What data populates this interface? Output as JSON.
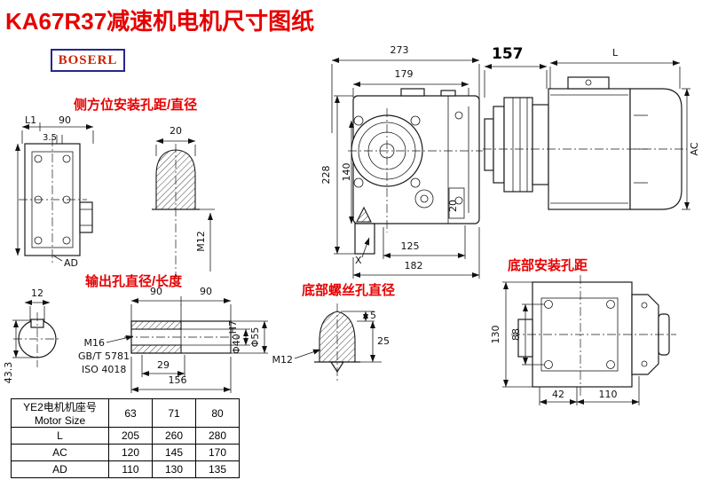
{
  "title": "KA67R37减速机电机尺寸图纸",
  "logo": "BOSERL",
  "labels": {
    "side_mount": "侧方位安装孔距/直径",
    "output": "输出孔直径/长度",
    "bottom_screw": "底部螺丝孔直径",
    "bottom_mount": "底部安装孔距"
  },
  "dims": {
    "L1": "L1",
    "top90": "90",
    "d3_5": "3.5",
    "AD": "AD",
    "side20": "20",
    "sideM12": "M12",
    "d273": "273",
    "d179": "179",
    "d228": "228",
    "d140": "140",
    "box20": "20",
    "d125": "125",
    "d182": "182",
    "X": "X",
    "d157": "157",
    "L": "L",
    "AC": "AC",
    "d12": "12",
    "d43_3": "43.3",
    "shaft90a": "90",
    "shaft90b": "90",
    "M16": "M16",
    "GB": "GB/T 5781",
    "ISO": "ISO 4018",
    "d29": "29",
    "d156": "156",
    "phi40": "Φ40",
    "phi40_tol": "H7",
    "phi55": "Φ55",
    "botM12": "M12",
    "d5": "5",
    "d25": "25",
    "d130": "130",
    "d88": "88",
    "d42": "42",
    "d110": "110"
  },
  "table": {
    "size_label_cn": "YE2电机机座号",
    "size_label_en": "Motor Size",
    "cols": [
      "63",
      "71",
      "80"
    ],
    "rows": [
      {
        "label": "L",
        "values": [
          "205",
          "260",
          "280"
        ]
      },
      {
        "label": "AC",
        "values": [
          "120",
          "145",
          "170"
        ]
      },
      {
        "label": "AD",
        "values": [
          "110",
          "130",
          "135"
        ]
      }
    ]
  }
}
